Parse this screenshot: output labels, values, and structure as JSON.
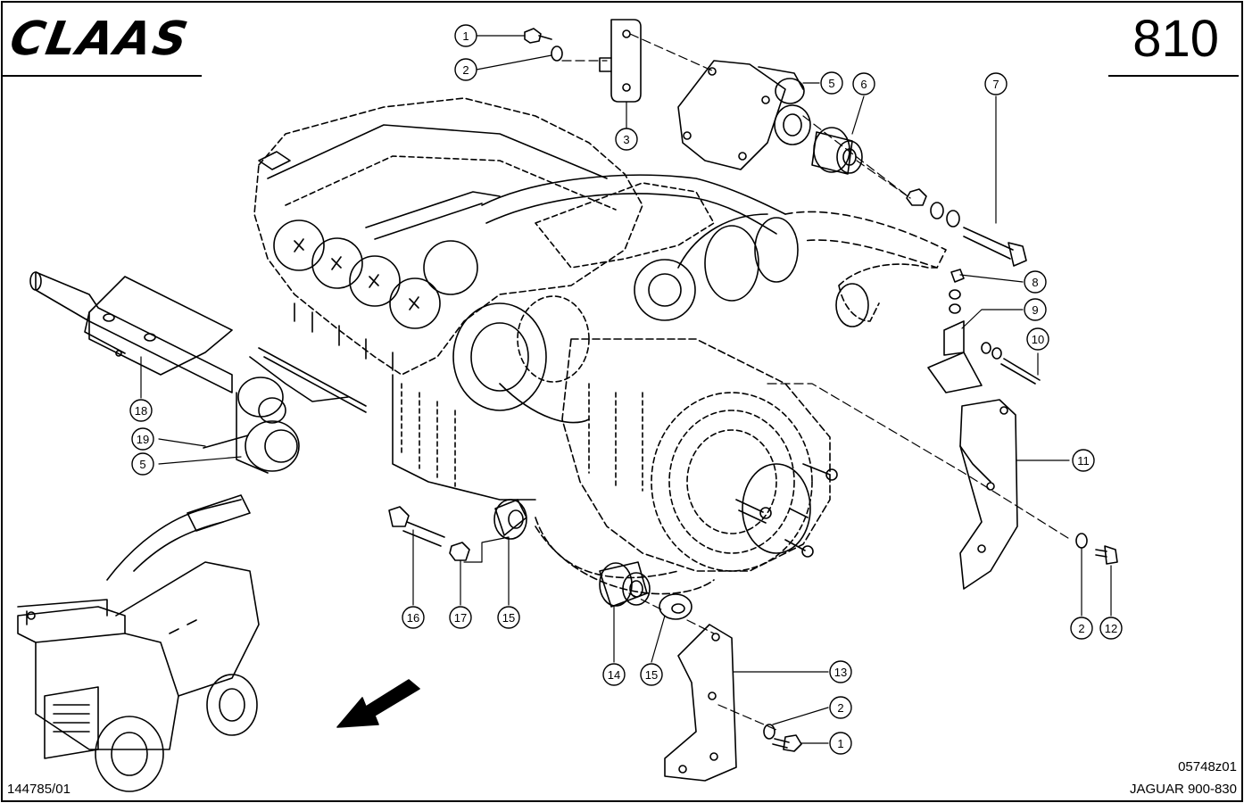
{
  "header": {
    "brand": "CLAAS",
    "page_number": "810"
  },
  "footer": {
    "doc_id": "144785/01",
    "drawing_id": "05748z01",
    "model": "JAGUAR 900-830"
  },
  "callouts": [
    {
      "label": "1"
    },
    {
      "label": "2"
    },
    {
      "label": "3"
    },
    {
      "label": "5"
    },
    {
      "label": "6"
    },
    {
      "label": "7"
    },
    {
      "label": "8"
    },
    {
      "label": "9"
    },
    {
      "label": "10"
    },
    {
      "label": "11"
    },
    {
      "label": "2"
    },
    {
      "label": "12"
    },
    {
      "label": "18"
    },
    {
      "label": "19"
    },
    {
      "label": "5"
    },
    {
      "label": "16"
    },
    {
      "label": "17"
    },
    {
      "label": "15"
    },
    {
      "label": "14"
    },
    {
      "label": "15"
    },
    {
      "label": "13"
    },
    {
      "label": "2"
    },
    {
      "label": "1"
    }
  ],
  "colors": {
    "ink": "#000000",
    "paper": "#ffffff"
  }
}
